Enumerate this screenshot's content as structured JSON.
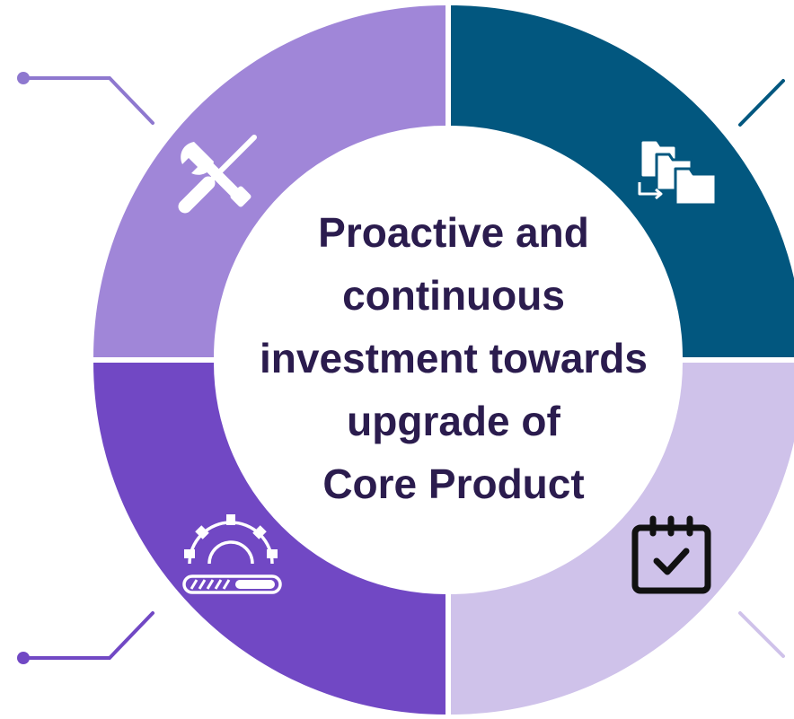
{
  "center_text": {
    "lines": [
      "Proactive and",
      "continuous",
      "investment towards",
      "upgrade of",
      "Core Product"
    ]
  },
  "colors": {
    "top_left_segment": "#a086d8",
    "top_right_segment": "#02577f",
    "bottom_right_segment": "#cfc2ea",
    "bottom_left_segment": "#7148c4",
    "center_text": "#2b1c4e"
  },
  "icons": {
    "top_left": "wrench-screwdriver-icon",
    "top_right": "folders-move-icon",
    "bottom_right": "calendar-check-icon",
    "bottom_left": "gear-progress-icon"
  }
}
